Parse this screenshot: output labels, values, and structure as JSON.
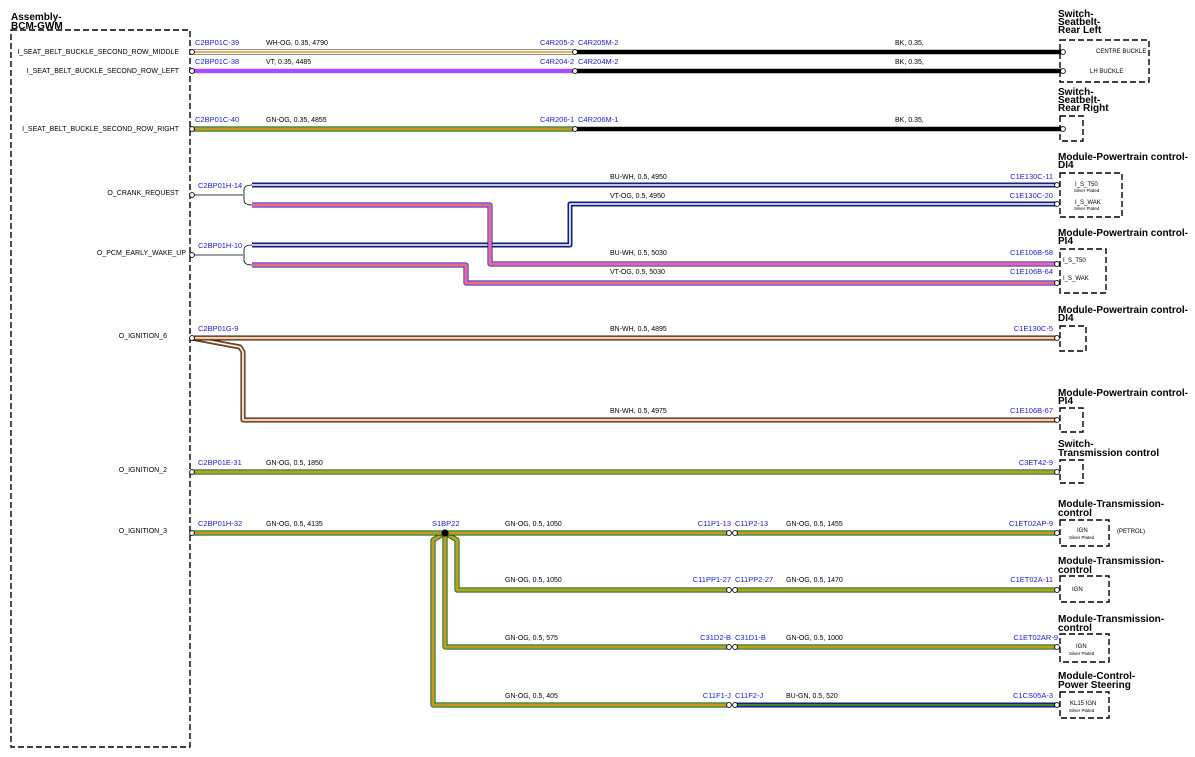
{
  "components": [
    {
      "id": "bcm",
      "lines": [
        "Assembly-",
        "BCM-GWM"
      ]
    },
    {
      "id": "sw-rl",
      "lines": [
        "Switch-",
        "Seatbelt-",
        "Rear Left"
      ]
    },
    {
      "id": "sw-rr",
      "lines": [
        "Switch-",
        "Seatbelt-",
        "Rear Right"
      ]
    },
    {
      "id": "pcm-di4-a",
      "lines": [
        "Module-Powertrain control-",
        "DI4"
      ]
    },
    {
      "id": "pcm-pi4-a",
      "lines": [
        "Module-Powertrain control-",
        "PI4"
      ]
    },
    {
      "id": "pcm-di4-b",
      "lines": [
        "Module-Powertrain control-",
        "DI4"
      ]
    },
    {
      "id": "pcm-pi4-b",
      "lines": [
        "Module-Powertrain control-",
        "PI4"
      ]
    },
    {
      "id": "sw-trans",
      "lines": [
        "Switch-",
        "Transmission control"
      ]
    },
    {
      "id": "tcm-1",
      "lines": [
        "Module-Transmission-",
        "control"
      ]
    },
    {
      "id": "tcm-2",
      "lines": [
        "Module-Transmission-",
        "control"
      ]
    },
    {
      "id": "tcm-3",
      "lines": [
        "Module-Transmission-",
        "control"
      ]
    },
    {
      "id": "ps",
      "lines": [
        "Module-Control-",
        "Power Steering"
      ]
    }
  ],
  "bcm_pins": [
    "I_SEAT_BELT_BUCKLE_SECOND_ROW_MIDDLE",
    "I_SEAT_BELT_BUCKLE_SECOND_ROW_LEFT",
    "I_SEAT_BELT_BUCKLE_SECOND_ROW_RIGHT",
    "O_CRANK_REQUEST",
    "O_PCM_EARLY_WAKE_UP",
    "O_IGNITION_6",
    "O_IGNITION_2",
    "O_IGNITION_3"
  ],
  "box_labels": {
    "centre_buckle": "CENTRE BUCKLE",
    "lh_buckle": "LH BUCKLE",
    "is_t50": "I_S_T50",
    "is_wak": "I_S_WAK",
    "silver_plated": "Silver Plated",
    "ign": "IGN",
    "kl15_ign": "KL15 IGN",
    "petrol": "(PETROL)"
  },
  "splice": "S1BP22",
  "connectors": [
    "C2BP01C-39",
    "C4R205-2",
    "C4R205M-2",
    "C2BP01C-38",
    "C4R204-2",
    "C4R204M-2",
    "C2BP01C-40",
    "C4R206-1",
    "C4R206M-1",
    "C2BP01H-14",
    "C1E130C-11",
    "C1E130C-20",
    "C2BP01H-10",
    "C1E106B-58",
    "C1E106B-64",
    "C2BP01G-9",
    "C1E130C-5",
    "C1E106B-67",
    "C2BP01E-31",
    "C3ET42-9",
    "C2BP01H-32",
    "C11P1-13",
    "C11P2-13",
    "C1ET02AP-9",
    "C11PP1-27",
    "C11PP2-27",
    "C1ET02A-11",
    "C31D2-B",
    "C31D1-B",
    "C1ET02AR-9",
    "C11F1-J",
    "C11F2-J",
    "C1CS05A-3"
  ],
  "wires": [
    {
      "id": "w1",
      "label": "WH-OG,  0.35,  4790",
      "colors": [
        "#ffffff",
        "#e8961e"
      ]
    },
    {
      "id": "w1b",
      "label": "BK,  0.35,",
      "colors": [
        "#000000"
      ]
    },
    {
      "id": "w2",
      "label": "VT,  0.35,  4485",
      "colors": [
        "#a64dff"
      ]
    },
    {
      "id": "w2b",
      "label": "BK,  0.35,",
      "colors": [
        "#000000"
      ]
    },
    {
      "id": "w3",
      "label": "GN-OG,  0.35,  4855",
      "colors": [
        "#55a61e",
        "#e8961e"
      ]
    },
    {
      "id": "w3b",
      "label": "BK,  0.35,",
      "colors": [
        "#000000"
      ]
    },
    {
      "id": "w4",
      "label": "BU-WH,  0.5,  4950",
      "colors": [
        "#0a1f9e",
        "#ffffff"
      ]
    },
    {
      "id": "w5",
      "label": "VT-OG,  0.5,  4950",
      "colors": [
        "#a64dff",
        "#ff7a4d"
      ]
    },
    {
      "id": "w6",
      "label": "BU-WH,  0.5,  5030",
      "colors": [
        "#0a1f9e",
        "#ffffff"
      ]
    },
    {
      "id": "w7",
      "label": "VT-OG,  0.5,  5030",
      "colors": [
        "#a64dff",
        "#ff7a4d"
      ]
    },
    {
      "id": "w8",
      "label": "BN-WH,  0.5,  4895",
      "colors": [
        "#8a4a18",
        "#ffffff"
      ]
    },
    {
      "id": "w9",
      "label": "BN-WH,  0.5,  4975",
      "colors": [
        "#8a4a18",
        "#ffffff"
      ]
    },
    {
      "id": "w10",
      "label": "GN-OG,  0.5,  1850",
      "colors": [
        "#55a61e",
        "#e8961e"
      ]
    },
    {
      "id": "w11",
      "label": "GN-OG,  0.5,  4135",
      "colors": [
        "#55a61e",
        "#e8961e"
      ]
    },
    {
      "id": "w12",
      "label": "GN-OG,  0.5,  1050",
      "colors": [
        "#55a61e",
        "#e8961e"
      ]
    },
    {
      "id": "w13",
      "label": "GN-OG,  0.5,  1455",
      "colors": [
        "#55a61e",
        "#e8961e"
      ]
    },
    {
      "id": "w14",
      "label": "GN-OG,  0.5,  1050",
      "colors": [
        "#55a61e",
        "#e8961e"
      ]
    },
    {
      "id": "w15",
      "label": "GN-OG,  0.5,  1470",
      "colors": [
        "#55a61e",
        "#e8961e"
      ]
    },
    {
      "id": "w16",
      "label": "GN-OG,  0.5,  575",
      "colors": [
        "#55a61e",
        "#e8961e"
      ]
    },
    {
      "id": "w17",
      "label": "GN-OG,  0.5,  1000",
      "colors": [
        "#55a61e",
        "#e8961e"
      ]
    },
    {
      "id": "w18",
      "label": "GN-OG,  0.5,  405",
      "colors": [
        "#55a61e",
        "#e8961e"
      ]
    },
    {
      "id": "w19",
      "label": "BU-GN,  0.5,  520",
      "colors": [
        "#0a1f9e",
        "#55a61e"
      ]
    }
  ]
}
